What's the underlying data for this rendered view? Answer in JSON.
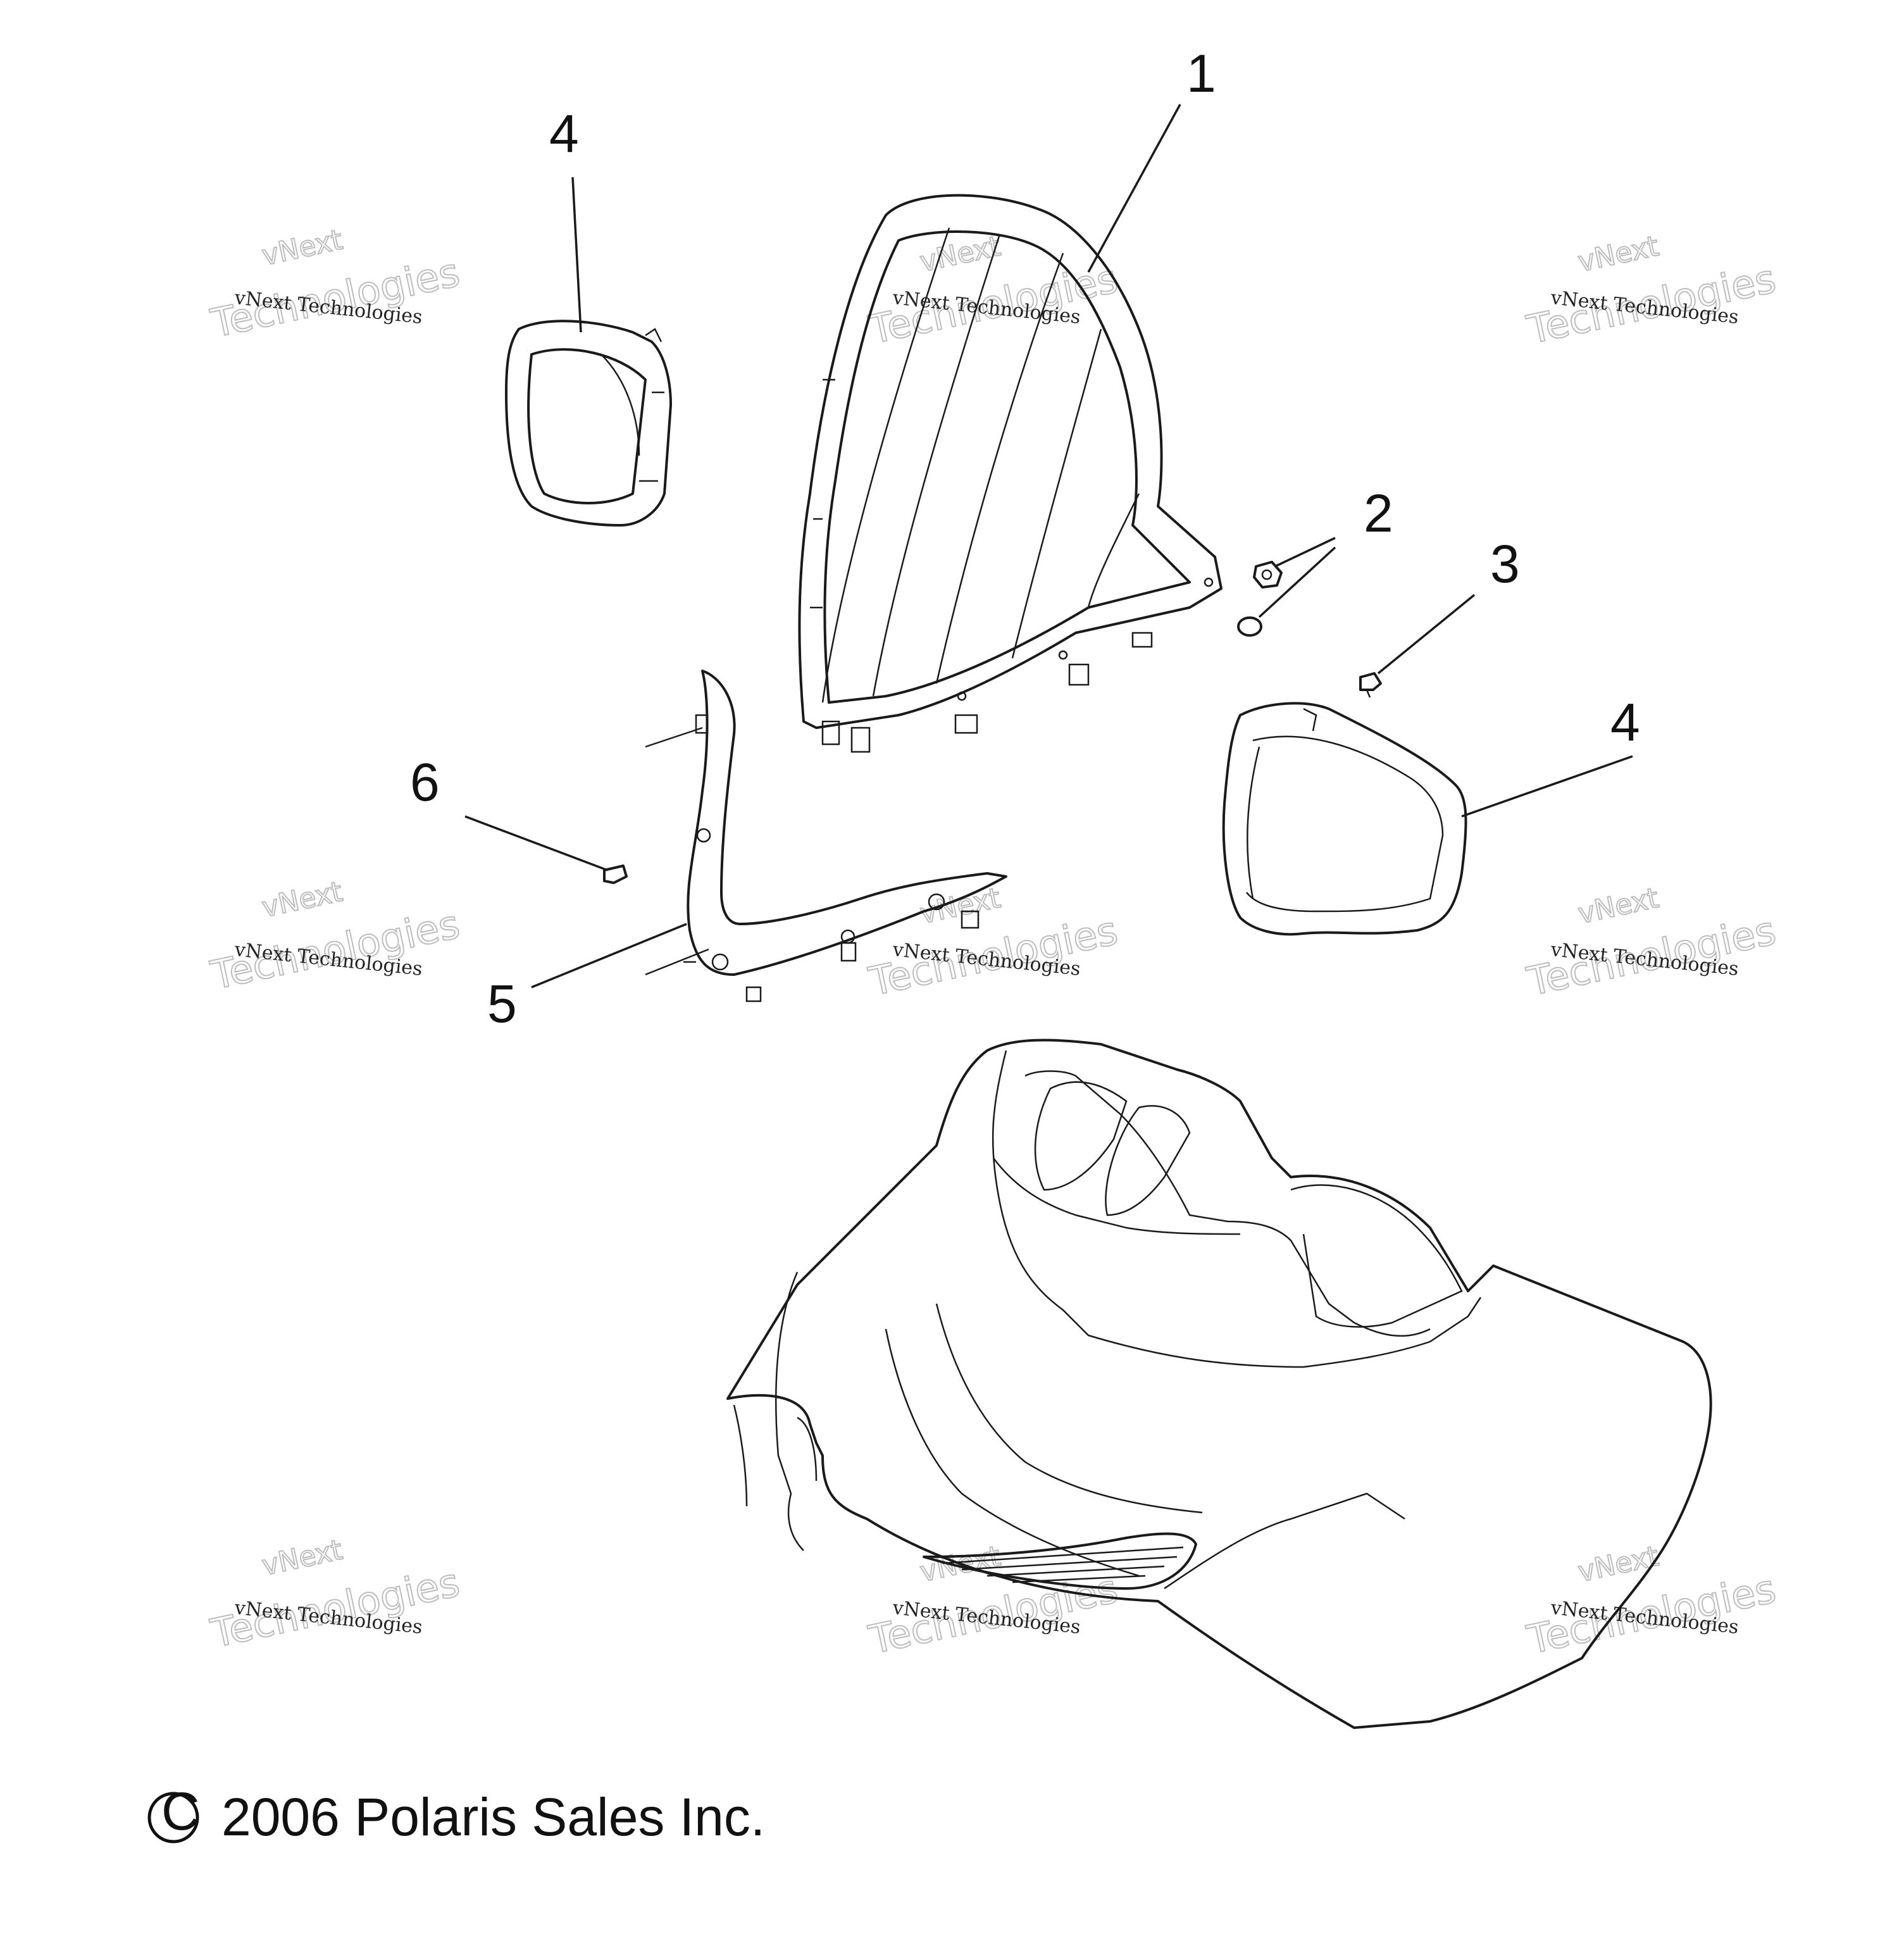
{
  "callouts": [
    {
      "id": "1",
      "label": "1"
    },
    {
      "id": "2",
      "label": "2"
    },
    {
      "id": "3",
      "label": "3"
    },
    {
      "id": "4a",
      "label": "4"
    },
    {
      "id": "4b",
      "label": "4"
    },
    {
      "id": "5",
      "label": "5"
    },
    {
      "id": "6",
      "label": "6"
    }
  ],
  "watermark": {
    "line_top": "vNext",
    "line_small": "vNext Technologies",
    "line_big": "Technologies"
  },
  "copyright": "2006 Polaris Sales Inc.",
  "copyright_symbol": "©"
}
